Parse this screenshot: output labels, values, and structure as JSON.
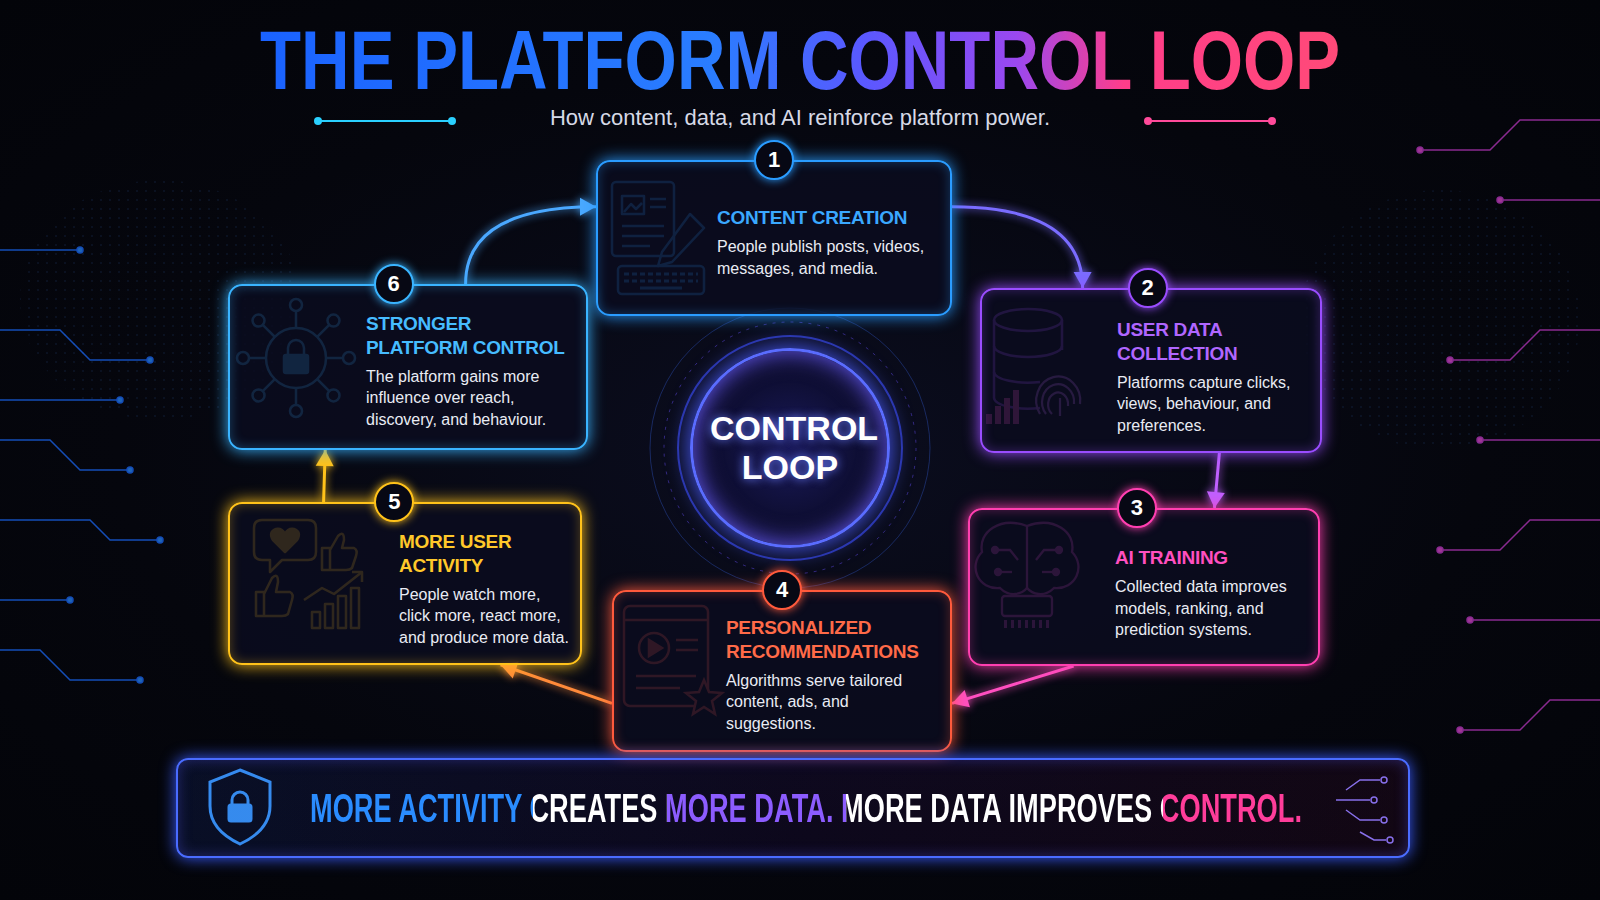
{
  "diagram": {
    "title": "THE PLATFORM CONTROL LOOP",
    "caption": "How content, data, and AI reinforce platform power.",
    "nodes": [
      {
        "text": [
          "CONTENT CREATION",
          "People publish posts, videos, messages, and media."
        ]
      },
      {
        "text": [
          "USER DATA COLLECTION",
          "Platforms capture clicks, views, behaviour, and preferences."
        ]
      },
      {
        "text": [
          "AI TRAINING",
          "Collected data improves models, ranking, and prediction systems."
        ]
      },
      {
        "text": [
          "PERSONALIZED RECOMMENDATIONS",
          "Algorithms serve tailored content, ads, and suggestions."
        ]
      },
      {
        "text": [
          "MORE USER ACTIVITY",
          "People watch more, click more, react more, and produce more data."
        ]
      },
      {
        "text": [
          "STRONGER PLATFORM CONTROL",
          "The platform gains more influence over reach, discovery, and behaviour."
        ]
      },
      {
        "text": [
          "CONTROL LOOP"
        ]
      },
      {
        "text": [
          "MORE ACTIVITY CREATES MORE DATA. MORE DATA IMPROVES CONTROL."
        ]
      }
    ],
    "edges": [
      {
        "from": 0,
        "to": 1,
        "arrow": "to"
      },
      {
        "from": 1,
        "to": 2,
        "arrow": "to"
      },
      {
        "from": 2,
        "to": 3,
        "arrow": "to"
      },
      {
        "from": 3,
        "to": 4,
        "arrow": "to"
      },
      {
        "from": 4,
        "to": 5,
        "arrow": "to"
      },
      {
        "from": 5,
        "to": 0,
        "arrow": "to"
      }
    ],
    "labels": [
      "1",
      "2",
      "3",
      "4",
      "5",
      "6"
    ]
  }
}
